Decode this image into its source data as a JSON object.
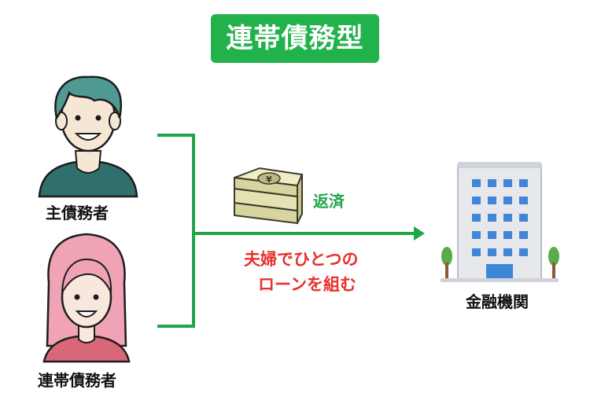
{
  "title": "連帯債務型",
  "primary_debtor": {
    "label": "主債務者"
  },
  "joint_debtor": {
    "label": "連帯債務者"
  },
  "repayment": {
    "label": "返済"
  },
  "loan_note": {
    "line1": "夫婦でひとつの",
    "line2": "ローンを組む"
  },
  "bank": {
    "label": "金融機関"
  },
  "money_symbol": "¥",
  "colors": {
    "accent_green": "#22b24c",
    "line_green": "#1fa64a",
    "note_red": "#e8312b",
    "man_hair": "#4f9a93",
    "woman_hair": "#f0a3b4",
    "building_blue": "#3f86d8"
  }
}
